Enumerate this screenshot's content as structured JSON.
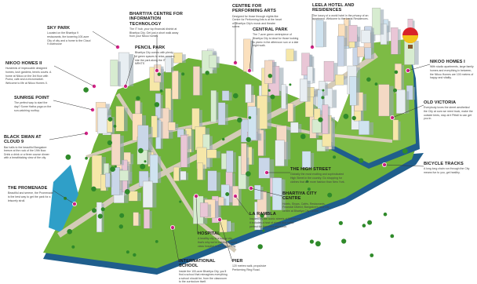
{
  "map": {
    "colors": {
      "ground": "#6fb33a",
      "road": "#d4cbb8",
      "water": "#2f9fc8",
      "base": "#1f5e8c",
      "pin": "#d8238a"
    },
    "labels": [
      {
        "id": "sky-park",
        "title": "SKY PARK",
        "desc": "Located on the Bhartiya 9 restaurants, the towering 100-acre City of city and a home to the Cloud 9 clubhouse"
      },
      {
        "id": "nikoo-homes-2",
        "title": "NIKOO HOMES II",
        "desc": "Hundreds of impeccable designed homes, lush gardens, tennis courts. A home at Nikoo on the 3rd floor with Puma, cafe and a micromarket. Welcome to life at Nikoo Homes II."
      },
      {
        "id": "sunrise-point",
        "title": "SUNRISE POINT",
        "desc": "The perfect way to start the day? Some Hatha yoga on the sun-catching rooftop."
      },
      {
        "id": "black-swan",
        "title": "BLACK SWAN AT CLOUD 9",
        "desc": "Bar halls to the beautiful Bangalore breeze at the rook of the 19th floor. Drink a drink or a three course dinner with a breathtaking view of the city."
      },
      {
        "id": "promenade",
        "title": "THE PROMENADE",
        "desc": "Beautiful and serene, the Promenade is the best way to get the park for a leisurely stroll."
      },
      {
        "id": "bcit",
        "title": "BHARTIYA CENTRE FOR INFORMATION TECHNOLOGY",
        "desc": "The IT hub, your top financial district at Bhartiya City. Get just a short walk away from your Nikoo homes"
      },
      {
        "id": "pencil-park",
        "title": "PENCIL PARK",
        "desc": "Bhartiya City comes with plenty of green spaces to relax, unwind, ride the park along the IT MRKTS"
      },
      {
        "id": "cpa",
        "title": "CENTRE FOR PERFORMING ARTS",
        "desc": "Designed for those through nights like Centre for Performing Arts is at the heart of Bhartiya City's music and theatre scene."
      },
      {
        "id": "central-park",
        "title": "CENTRAL PARK",
        "desc": "The 7-acre green centrepiece of Bhartiya City is ideal for those looking to picnic in the afternoon sun or a late night walk."
      },
      {
        "id": "leela",
        "title": "LEELA HOTEL AND RESIDENCES",
        "desc": "The luxury of a world hotel in the privacy of an apartment. Welcome to the Leela Residences."
      },
      {
        "id": "nikoo-homes-1",
        "title": "NIKOO HOMES I",
        "desc": "With studio apartments, large family homes and everything in between, the Nikoo Homes are 100 metres of happy and vitality."
      },
      {
        "id": "old-victoria",
        "title": "OLD VICTORIA",
        "desc": "Everybody loves the street aesthetics! the City at ours we need truck, make the outside trees, stop at it Pitfall to can get you in."
      },
      {
        "id": "bicycle-tracks",
        "title": "BICYCLE TRACKS",
        "desc": "A long long chain run through the City means fun to you, get healthy."
      },
      {
        "id": "high-street",
        "title": "THE HIGH STREET",
        "desc": "Globally the most exciting and sophisticated High Street in the country. Go shopping for clothes that are more fashion than New York."
      },
      {
        "id": "bcc",
        "title": "BHARTIYA CITY CENTRE",
        "desc": "Hotels, Shops, Cafés, Restaurants, Financial District, Bangalore's new city centre at Bhartiya City Centre"
      },
      {
        "id": "la-rambla",
        "title": "LA RAMBLA",
        "desc": "Inspired by the iconic streets of Barcelona, it includes a host of shops and cafes perfect for that extra afternoon."
      },
      {
        "id": "hospital",
        "title": "HOSPITAL",
        "desc": "A healthy city is a happy city, that's why we're building a world class hospital in the City of City"
      },
      {
        "id": "pier",
        "title": "PIER",
        "desc": "120 metres walk, propulsive Performing Ring Road."
      },
      {
        "id": "intl-school",
        "title": "INTERNATIONAL SCHOOL",
        "desc": "Inside the 100-acre Bhartiya City, you'll find a school that reimagines everything a school should be, from the classroom to the curriculum itself."
      }
    ]
  }
}
